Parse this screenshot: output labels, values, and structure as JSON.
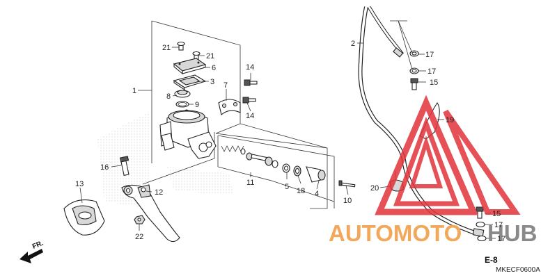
{
  "diagram": {
    "callouts": [
      "1",
      "2",
      "3",
      "4",
      "5",
      "6",
      "7",
      "8",
      "9",
      "10",
      "11",
      "12",
      "13",
      "14",
      "14",
      "15",
      "15",
      "16",
      "17",
      "17",
      "17",
      "17",
      "18",
      "19",
      "20",
      "21",
      "21",
      "22"
    ],
    "diagram_code": "MKECF0600A",
    "ref_code": "E-8",
    "front_arrow_label": "FR."
  },
  "watermark": {
    "text_orange": "AUTOMOTO",
    "text_gray": "HUB",
    "color_orange": "#f2a85a",
    "color_gray": "#8a8a8a",
    "triangle_color": "#e0323a"
  },
  "colors": {
    "line": "#222222",
    "background": "#ffffff"
  }
}
